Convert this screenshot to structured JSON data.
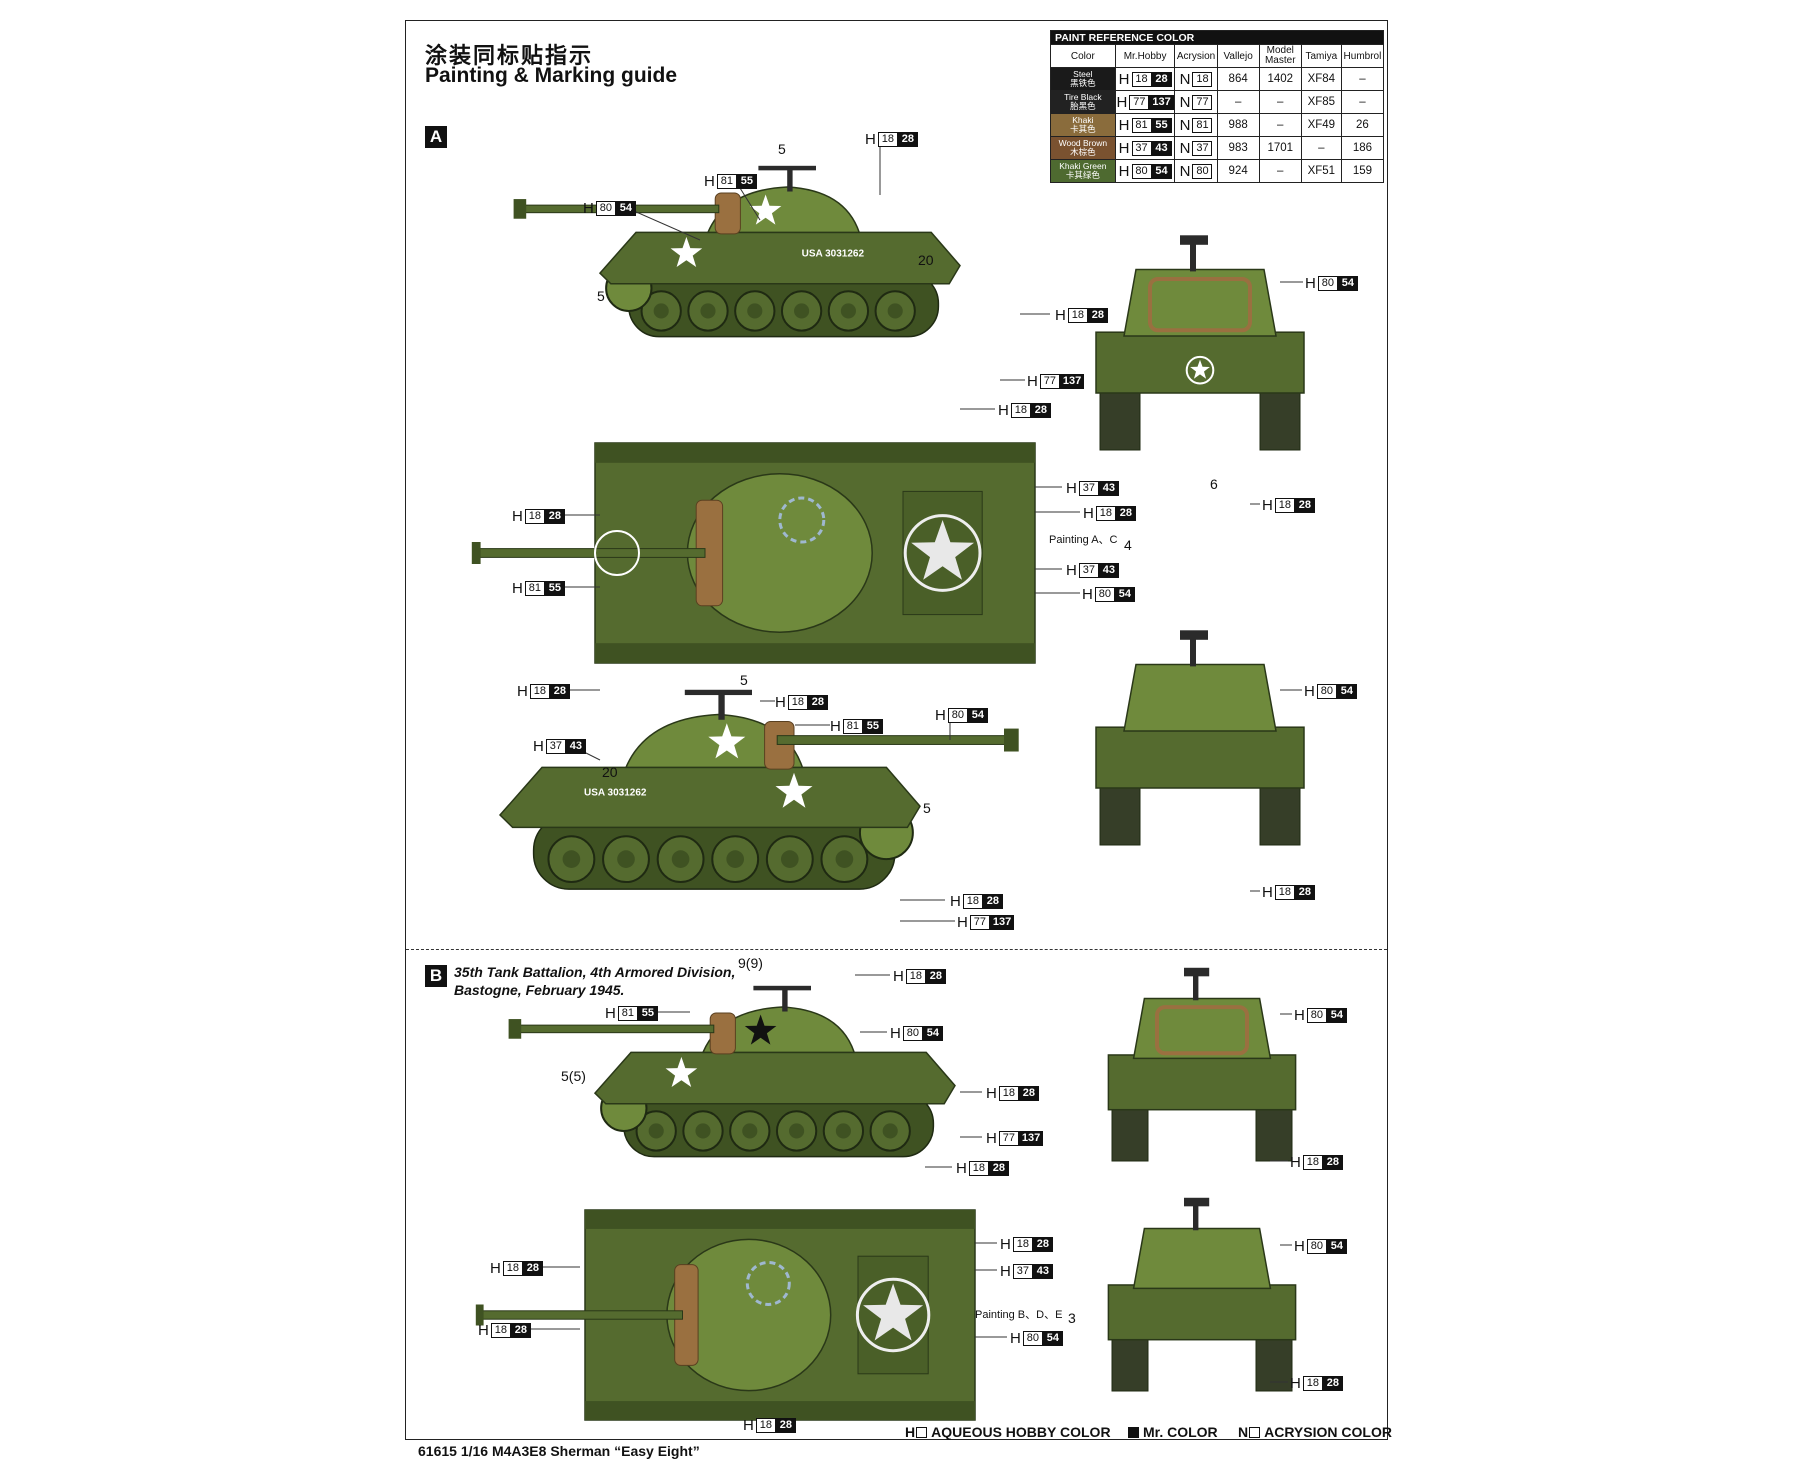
{
  "title_cn": "涂装同标贴指示",
  "title_en": "Painting & Marking guide",
  "scheme_a": "A",
  "scheme_b": "B",
  "scheme_b_desc_line1": "35th Tank Battalion, 4th Armored Division,",
  "scheme_b_desc_line2": "Bastogne, February 1945.",
  "table": {
    "title": "PAINT  REFERENCE COLOR",
    "columns": [
      "Color",
      "Mr.Hobby",
      "Acrysion",
      "Vallejo",
      "Model Master",
      "Tamiya",
      "Humbrol"
    ],
    "rows": [
      {
        "en": "Steel",
        "cn": "黑铁色",
        "color": "#1a1a1a",
        "h1": "18",
        "h2": "28",
        "n": "18",
        "vallejo": "864",
        "mm": "1402",
        "tamiya": "XF84",
        "humbrol": "–"
      },
      {
        "en": "Tire Black",
        "cn": "胎黑色",
        "color": "#222222",
        "h1": "77",
        "h2": "137",
        "n": "77",
        "vallejo": "–",
        "mm": "–",
        "tamiya": "XF85",
        "humbrol": "–"
      },
      {
        "en": "Khaki",
        "cn": "卡其色",
        "color": "#8a6c3c",
        "h1": "81",
        "h2": "55",
        "n": "81",
        "vallejo": "988",
        "mm": "–",
        "tamiya": "XF49",
        "humbrol": "26"
      },
      {
        "en": "Wood Brown",
        "cn": "木棕色",
        "color": "#7a5230",
        "h1": "37",
        "h2": "43",
        "n": "37",
        "vallejo": "983",
        "mm": "1701",
        "tamiya": "–",
        "humbrol": "186"
      },
      {
        "en": "Khaki Green",
        "cn": "卡其绿色",
        "color": "#4e6a30",
        "h1": "80",
        "h2": "54",
        "n": "80",
        "vallejo": "924",
        "mm": "–",
        "tamiya": "XF51",
        "humbrol": "159"
      }
    ]
  },
  "h_prefix": "H",
  "n_prefix": "N",
  "hull_number": "USA 3031262",
  "painting_ac": "Painting A、C",
  "painting_bde": "Painting B、D、E",
  "legend": {
    "h": "AQUEOUS HOBBY COLOR",
    "mr": "Mr. COLOR",
    "n": "ACRYSION COLOR"
  },
  "footer": "61615   1/16   M4A3E8 Sherman “Easy Eight”",
  "colors": {
    "olive": "#556b2f",
    "olive_dark": "#3f5222",
    "olive_light": "#6f8a3c",
    "khaki": "#9a7040",
    "steel": "#2b2b2b"
  }
}
